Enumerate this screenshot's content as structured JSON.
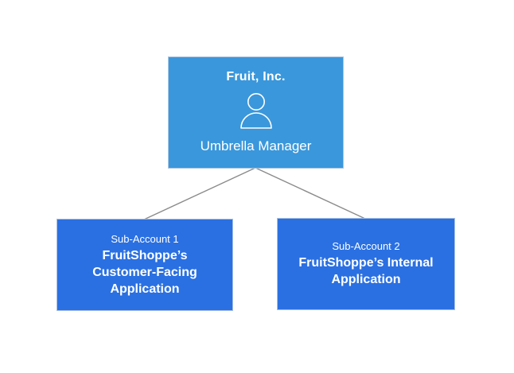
{
  "page": {
    "background": "#ffffff"
  },
  "diagram": {
    "connector_color": "#8a8a8a",
    "root": {
      "title": "Fruit, Inc.",
      "icon": "person-icon",
      "subtitle": "Umbrella Manager",
      "fill": "#3a97db",
      "text_color": "#ffffff"
    },
    "children": [
      {
        "label": "Sub-Account 1",
        "title": "FruitShoppe’s Customer-Facing Application",
        "title_lines": [
          "FruitShoppe’s",
          "Customer-Facing",
          "Application"
        ],
        "fill": "#2a70e2",
        "text_color": "#ffffff"
      },
      {
        "label": "Sub-Account 2",
        "title": "FruitShoppe’s Internal Application",
        "title_lines": [
          "FruitShoppe’s Internal",
          "Application"
        ],
        "fill": "#2a70e2",
        "text_color": "#ffffff"
      }
    ]
  }
}
